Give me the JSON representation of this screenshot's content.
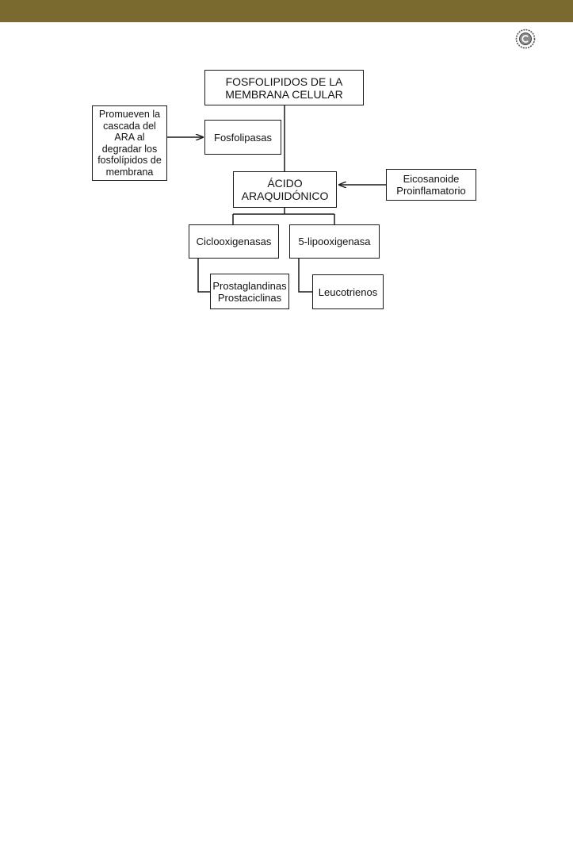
{
  "diagram": {
    "nodes": {
      "fosfolipidos": "FOSFOLIPIDOS DE LA\nMEMBRANA CELULAR",
      "promueven": "Promueven la\ncascada del\nARA al\ndegradar los\nfosfolípidos de\nmembrana",
      "fosfolipasas": "Fosfolipasas",
      "acido": "ÁCIDO\nARAQUIDÓNICO",
      "eicosanoide": "Eicosanoide\nProinflamatorio",
      "ciclooxigenasas": "Ciclooxigenasas",
      "lipooxigenasa": "5-lipooxigenasa",
      "prostaglandinas": "Prostaglandinas\nProstaciclinas",
      "leucotrienos": "Leucotrienos"
    }
  },
  "colors": {
    "header_band": "#7b6a2f",
    "line": "#1a1a1a"
  },
  "icons": {
    "corner": "seal-logo-icon"
  }
}
